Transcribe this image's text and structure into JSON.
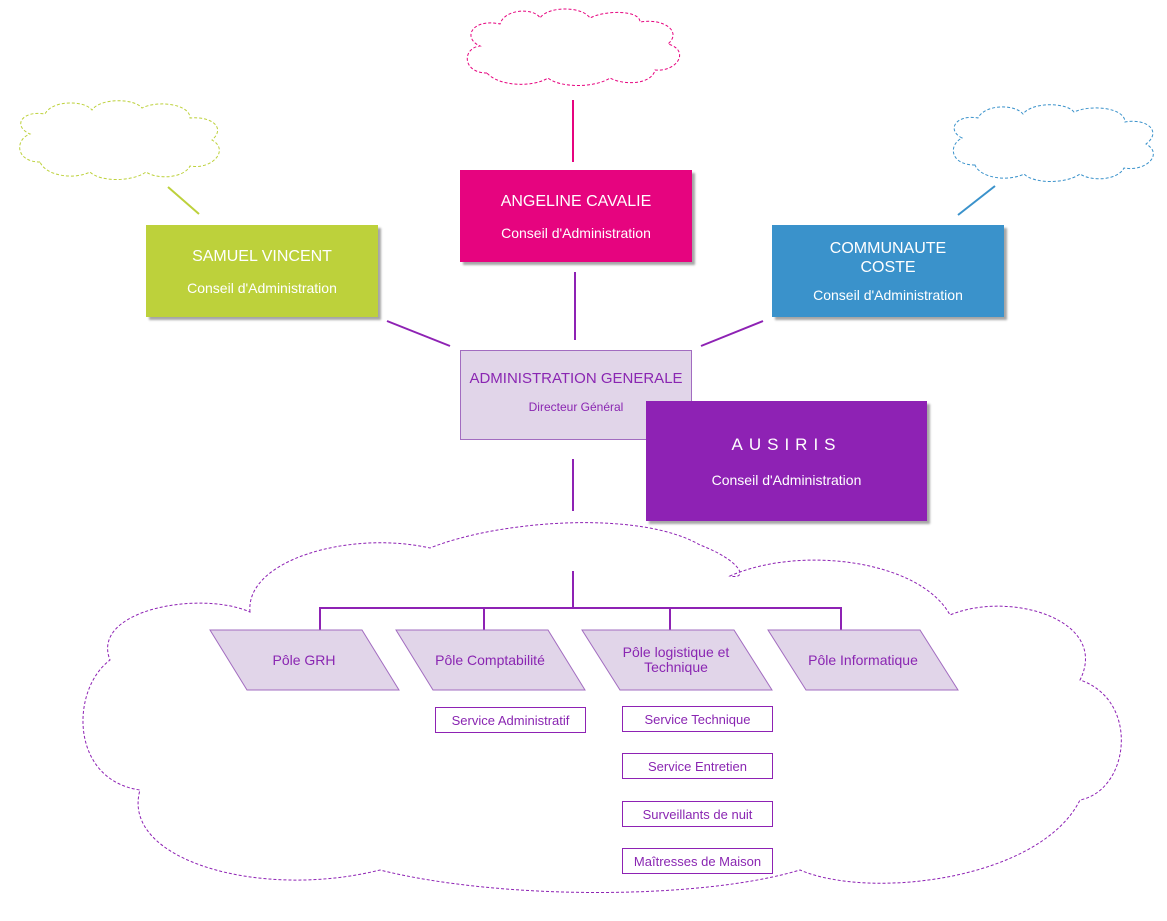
{
  "colors": {
    "green": "#bdd13b",
    "pink": "#e6047f",
    "blue": "#3a92cb",
    "purple": "#8e22b4",
    "lavender": "#e1d5e9"
  },
  "nodes": {
    "samuel": {
      "name": "SAMUEL VINCENT",
      "role": "Conseil d'Administration"
    },
    "angeline": {
      "name": "ANGELINE CAVALIE",
      "role": "Conseil d'Administration"
    },
    "communaute": {
      "name": "COMMUNAUTE\nCOSTE",
      "role": "Conseil d'Administration"
    },
    "admin": {
      "name": "ADMINISTRATION GENERALE",
      "role": "Directeur Général"
    },
    "ausiris": {
      "name": "AUSIRIS",
      "role": "Conseil d'Administration"
    }
  },
  "poles": [
    {
      "label": "Pôle GRH"
    },
    {
      "label": "Pôle Comptabilité"
    },
    {
      "label": "Pôle logistique et\nTechnique"
    },
    {
      "label": "Pôle Informatique"
    }
  ],
  "services": {
    "comptabilite": [
      "Service Administratif"
    ],
    "logistique": [
      "Service Technique",
      "Service Entretien",
      "Surveillants de nuit",
      "Maîtresses de Maison"
    ]
  }
}
